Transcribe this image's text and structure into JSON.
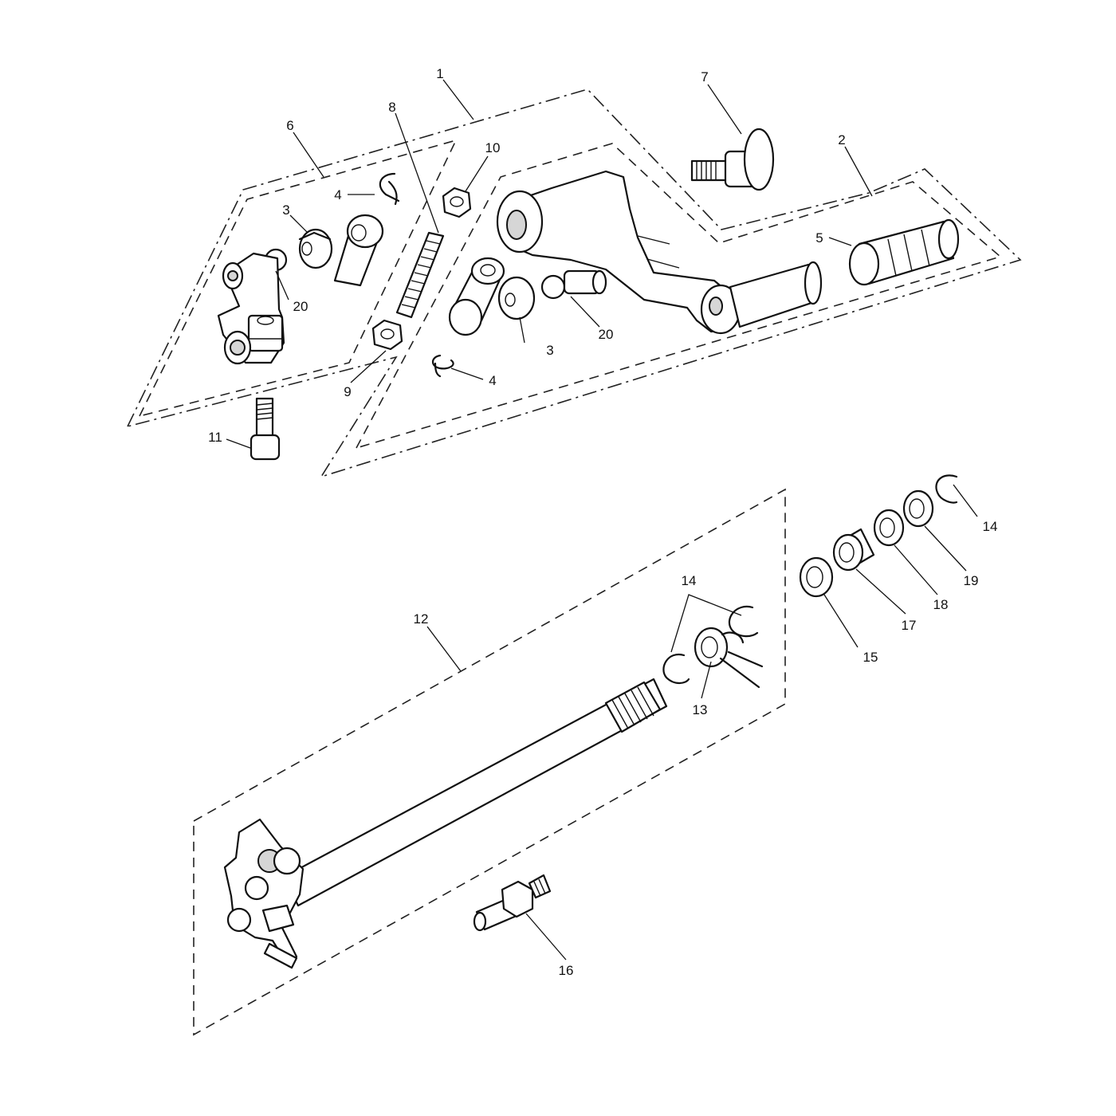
{
  "diagram": {
    "labels": {
      "l1": "1",
      "l2": "2",
      "l3a": "3",
      "l3b": "3",
      "l4a": "4",
      "l4b": "4",
      "l5": "5",
      "l6": "6",
      "l7": "7",
      "l8": "8",
      "l9": "9",
      "l10": "10",
      "l11": "11",
      "l12": "12",
      "l13": "13",
      "l14a": "14",
      "l14b": "14",
      "l15": "15",
      "l16": "16",
      "l17": "17",
      "l18": "18",
      "l19": "19",
      "l20a": "20",
      "l20b": "20"
    }
  }
}
